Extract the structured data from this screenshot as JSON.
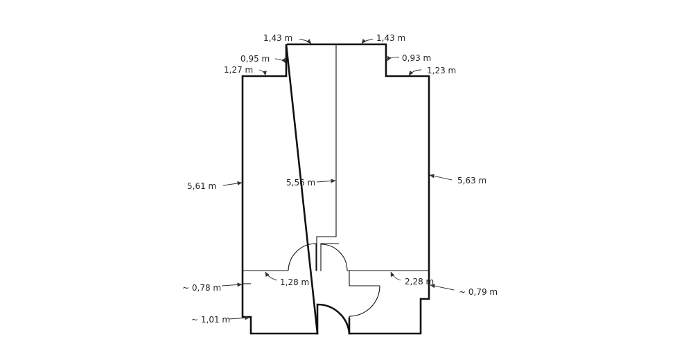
{
  "plan": {
    "labels": {
      "top_left_inner": "1,43 m",
      "top_right_inner": "1,43 m",
      "left_step": "0,95 m",
      "right_step": "0,93 m",
      "left_top": "1,27 m",
      "right_top": "1,23 m",
      "left_wall": "5,61 m",
      "center_wall": "5,56 m",
      "right_wall": "5,63 m",
      "left_cross": "1,28 m",
      "right_cross": "2,28 m",
      "left_lower_step": "~ 0,78 m",
      "right_lower_step": "~ 0,79 m",
      "bottom_left_step": "~ 1,01 m"
    },
    "colors": {
      "wall": "#111111",
      "arrow": "#333333",
      "text": "#222222",
      "background": "#ffffff"
    }
  }
}
